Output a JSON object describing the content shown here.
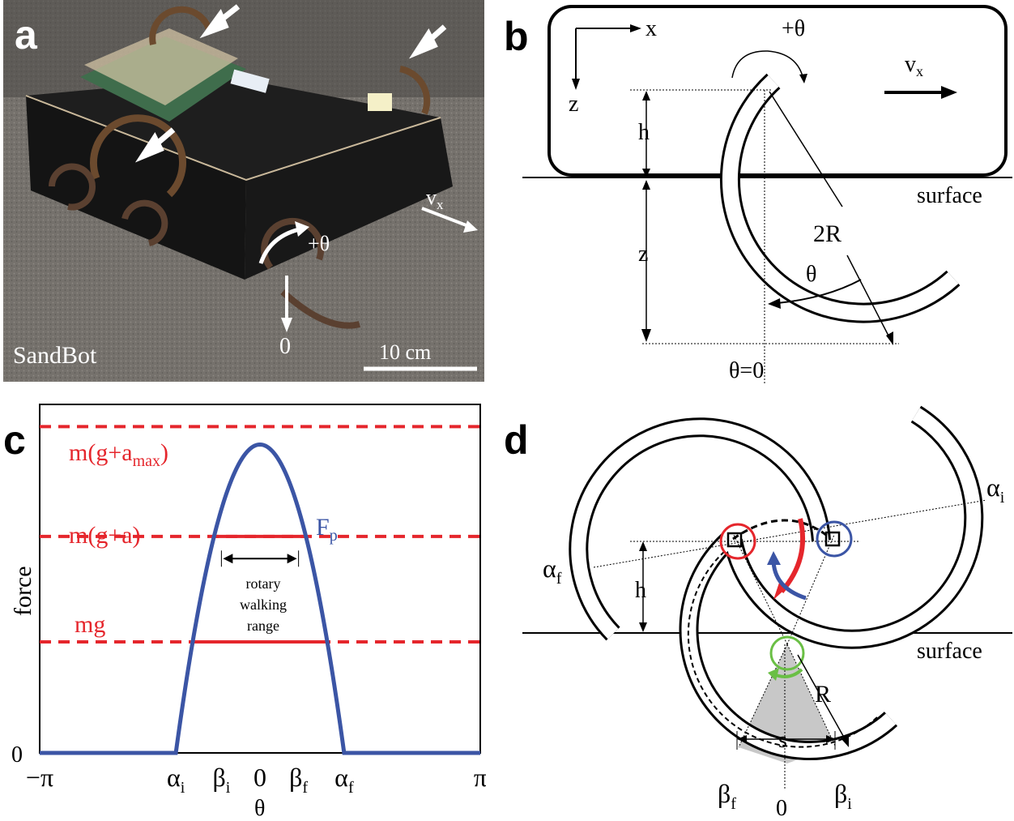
{
  "panel_a": {
    "letter": "a",
    "robot_name": "SandBot",
    "scale_label": "10 cm",
    "theta_label": "+θ",
    "zero_label": "0",
    "velocity_label": "v",
    "velocity_subscript": "x"
  },
  "panel_b": {
    "letter": "b",
    "x_axis": "x",
    "z_axis": "z",
    "theta_label": "+θ",
    "velocity_label": "v",
    "velocity_subscript": "x",
    "h_label": "h",
    "z_label": "z",
    "radius_label": "2R",
    "angle_label": "θ",
    "surface_label": "surface",
    "theta_zero_label": "θ=0"
  },
  "panel_c": {
    "letter": "c",
    "ylabel": "force",
    "xlabel": "θ",
    "line_labels": {
      "max_prefix": "m(g+a",
      "max_sub": "max",
      "max_suffix": ")",
      "mid": "m(g+a)",
      "low": "mg"
    },
    "curve_label": "F",
    "curve_sub": "p",
    "range_label_lines": [
      "rotary",
      "walking",
      "range"
    ],
    "y_zero": "0"
  },
  "panel_d": {
    "letter": "d",
    "alpha_i": "α",
    "alpha_i_sub": "i",
    "alpha_f": "α",
    "alpha_f_sub": "f",
    "h_label": "h",
    "surface_label": "surface",
    "R_label": "R",
    "s_label": "s",
    "beta_f": "β",
    "beta_f_sub": "f",
    "beta_i": "β",
    "beta_i_sub": "i",
    "zero_label": "0"
  },
  "chart_data": {
    "type": "line",
    "title": "",
    "xlabel": "θ",
    "ylabel": "force",
    "x_ticks": [
      {
        "label": "−π",
        "sub": "",
        "value": -3.1416
      },
      {
        "label": "α",
        "sub": "i",
        "value": -1.2
      },
      {
        "label": "β",
        "sub": "i",
        "value": -0.55
      },
      {
        "label": "0",
        "sub": "",
        "value": 0
      },
      {
        "label": "β",
        "sub": "f",
        "value": 0.55
      },
      {
        "label": "α",
        "sub": "f",
        "value": 1.2
      },
      {
        "label": "π",
        "sub": "",
        "value": 3.1416
      }
    ],
    "xlim": [
      -3.1416,
      3.1416
    ],
    "ylim": [
      0,
      1.13
    ],
    "series": [
      {
        "name": "F",
        "name_sub": "p",
        "color": "#3b55a5",
        "x": [
          -3.1416,
          -1.2,
          -1.0,
          -0.8,
          -0.6,
          -0.4,
          -0.2,
          0,
          0.2,
          0.4,
          0.6,
          0.8,
          1.0,
          1.2,
          3.1416
        ],
        "y": [
          0,
          0,
          0.306,
          0.556,
          0.75,
          0.889,
          0.972,
          1.0,
          0.972,
          0.889,
          0.75,
          0.556,
          0.306,
          0,
          0
        ]
      }
    ],
    "hlines": [
      {
        "label": "m(g+a_max)",
        "y": 1.058,
        "color": "#e5262c",
        "solid_from": null,
        "solid_to": null
      },
      {
        "label": "m(g+a)",
        "y": 0.702,
        "color": "#e5262c",
        "solid_from": -0.65,
        "solid_to": 0.65
      },
      {
        "label": "mg",
        "y": 0.36,
        "color": "#e5262c",
        "solid_from": -0.98,
        "solid_to": 0.98
      }
    ],
    "range_arrow": {
      "from": -0.55,
      "to": 0.55,
      "y": 0.63
    }
  }
}
